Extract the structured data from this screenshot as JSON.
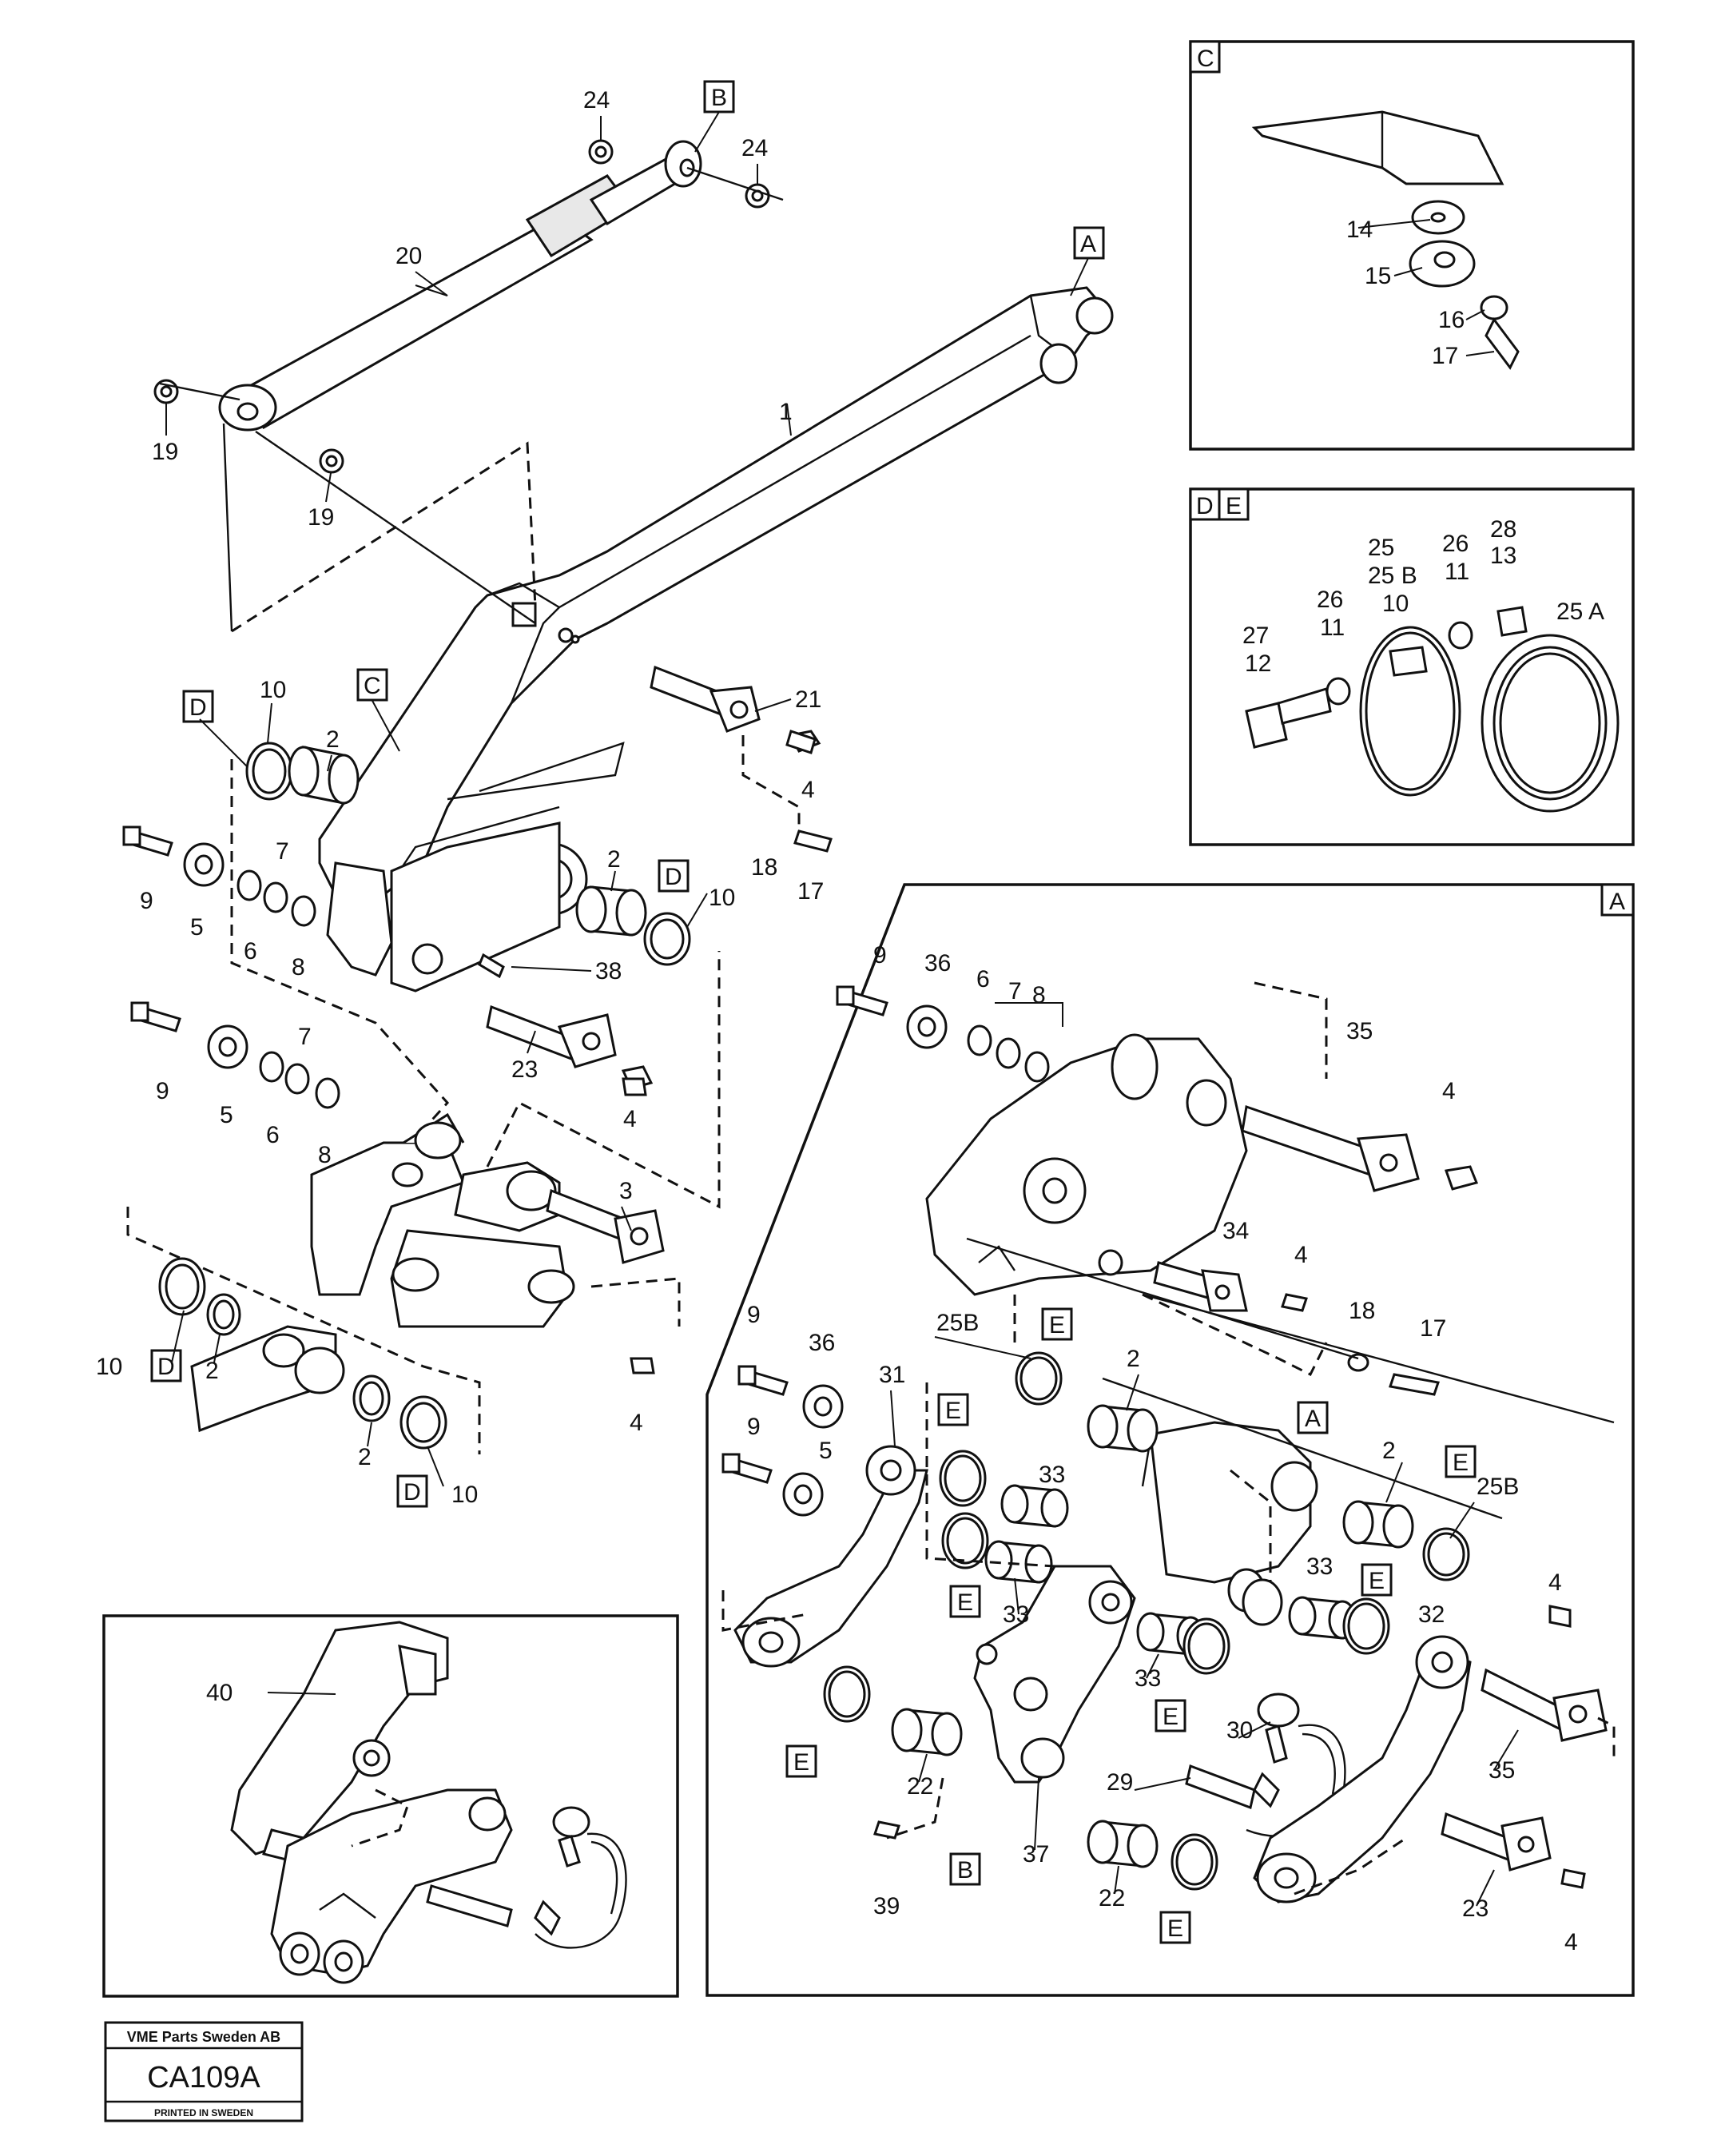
{
  "document": {
    "company": "VME Parts Sweden AB",
    "code": "CA109A",
    "printed": "PRINTED IN SWEDEN"
  },
  "panels": {
    "c": {
      "label": "C",
      "parts": [
        "14",
        "15",
        "16",
        "17"
      ]
    },
    "de": {
      "labels": [
        "D",
        "E"
      ],
      "parts": [
        "25",
        "25 B",
        "10",
        "26",
        "11",
        "28",
        "13",
        "25 A",
        "27",
        "12"
      ]
    },
    "a": {
      "label": "A"
    }
  },
  "callouts": {
    "n1": "1",
    "n2": "2",
    "n3": "3",
    "n4": "4",
    "n5": "5",
    "n6": "6",
    "n7": "7",
    "n8": "8",
    "n9": "9",
    "n10": "10",
    "n11": "11",
    "n12": "12",
    "n13": "13",
    "n14": "14",
    "n15": "15",
    "n16": "16",
    "n17": "17",
    "n18": "18",
    "n19": "19",
    "n20": "20",
    "n21": "21",
    "n22": "22",
    "n23": "23",
    "n24": "24",
    "n25": "25",
    "n25A": "25 A",
    "n25B": "25 B",
    "n25B2": "25B",
    "n26": "26",
    "n27": "27",
    "n28": "28",
    "n29": "29",
    "n30": "30",
    "n31": "31",
    "n32": "32",
    "n33": "33",
    "n34": "34",
    "n35": "35",
    "n36": "36",
    "n37": "37",
    "n38": "38",
    "n39": "39",
    "n40": "40"
  },
  "letters": {
    "A": "A",
    "B": "B",
    "C": "C",
    "D": "D",
    "E": "E"
  }
}
